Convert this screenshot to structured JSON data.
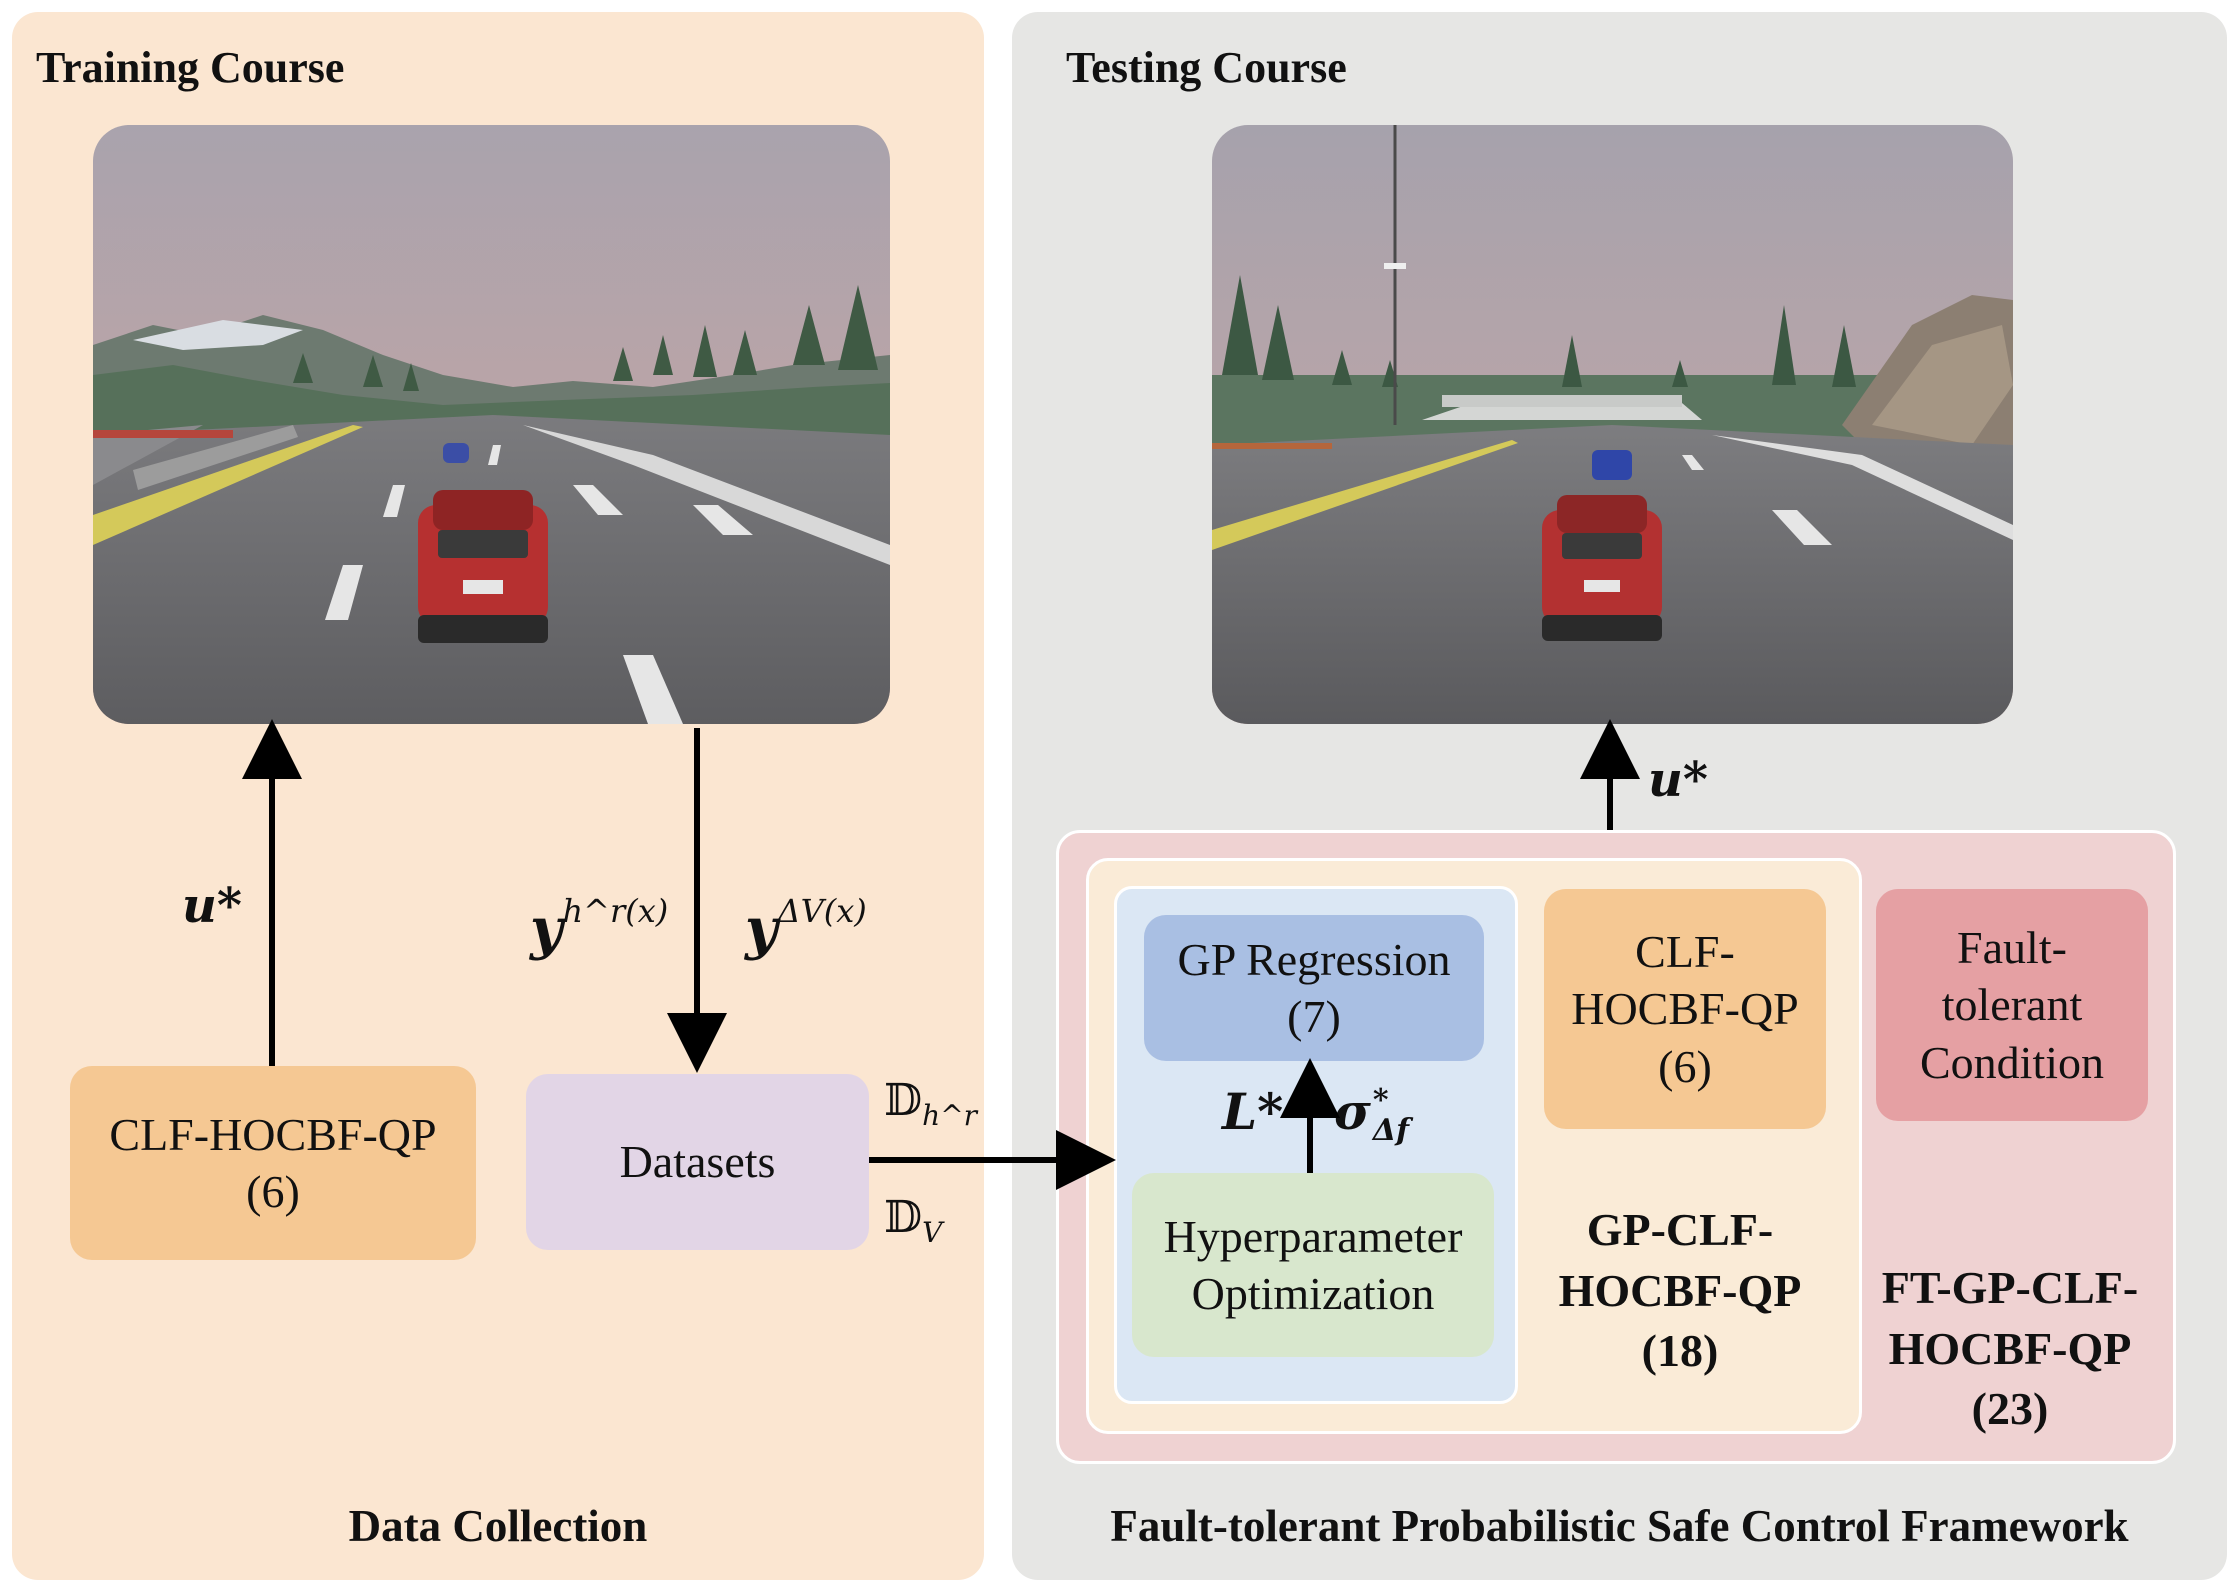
{
  "training": {
    "title": "Training Course",
    "caption": "Data Collection",
    "qp_box": {
      "line1": "CLF-HOCBF-QP",
      "line2": "(6)"
    },
    "datasets_label": "Datasets",
    "u_star": "u*",
    "y_h": "y",
    "y_h_sup": "h^r(x)",
    "y_v": "y",
    "y_v_sup": "ΔV(x)",
    "d_h": "𝔻",
    "d_h_sub": "h^r",
    "d_v": "𝔻",
    "d_v_sub": "V"
  },
  "testing": {
    "title": "Testing Course",
    "caption": "Fault-tolerant Probabilistic Safe Control Framework",
    "u_star": "u*",
    "gp_regression": {
      "line1": "GP Regression",
      "line2": "(7)"
    },
    "hyperparameter": {
      "line1": "Hyperparameter",
      "line2": "Optimization"
    },
    "l_star": "L*",
    "sigma": "σ",
    "sigma_sup": "*",
    "sigma_sub": "Δf",
    "clf_box": {
      "line1": "CLF-",
      "line2": "HOCBF-QP",
      "line3": "(6)"
    },
    "fault_box": {
      "line1": "Fault-",
      "line2": "tolerant",
      "line3": "Condition"
    },
    "gp_label": {
      "line1": "GP-CLF-",
      "line2": "HOCBF-QP",
      "line3": "(18)"
    },
    "ft_label": {
      "line1": "FT-GP-CLF-",
      "line2": "HOCBF-QP",
      "line3": "(23)"
    }
  },
  "colors": {
    "left_panel": "#fbe6d1",
    "right_panel": "#e6e6e4",
    "qp_orange": "#f5c893",
    "datasets_purple": "#e2d5e6",
    "ft_pink": "#efd2d2",
    "gp_cream": "#faebd7",
    "gp_blue_bg": "#dbe7f4",
    "gp_regression": "#a9bfe3",
    "hyper_green": "#d8e7cd",
    "fault_red": "#e5a0a3"
  }
}
